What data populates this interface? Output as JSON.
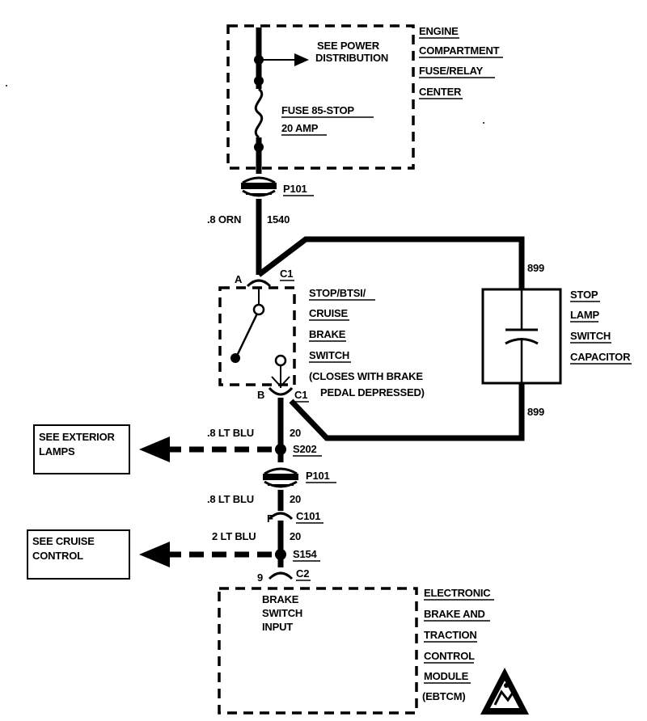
{
  "fuse_center": {
    "see_power": [
      "SEE POWER",
      "DISTRIBUTION"
    ],
    "fuse": [
      "FUSE 85-STOP",
      "20 AMP"
    ],
    "label": [
      "ENGINE",
      "COMPARTMENT",
      "FUSE/RELAY",
      "CENTER"
    ]
  },
  "connectors": {
    "p101_top": "P101",
    "c1_top": "C1",
    "c1_bottom": "C1",
    "p101_bottom": "P101",
    "c101": "C101",
    "c2": "C2",
    "pin_a": "A",
    "pin_b": "B",
    "pin_f": "F",
    "pin_9": "9"
  },
  "wires": {
    "orn_color": ".8 ORN",
    "orn_circuit": "1540",
    "blu1_color": ".8 LT BLU",
    "blu1_circuit": "20",
    "blu2_color": ".8 LT BLU",
    "blu2_circuit": "20",
    "blu3_color": "2 LT BLU",
    "blu3_circuit": "20",
    "cap_top_circuit": "899",
    "cap_bottom_circuit": "899"
  },
  "switch": {
    "label": [
      "STOP/BTSI/",
      "CRUISE",
      "BRAKE",
      "SWITCH"
    ],
    "note": [
      "(CLOSES WITH BRAKE",
      "PEDAL DEPRESSED)"
    ]
  },
  "capacitor": {
    "label": [
      "STOP",
      "LAMP",
      "SWITCH",
      "CAPACITOR"
    ]
  },
  "splices": {
    "s202": "S202",
    "s154": "S154"
  },
  "references": {
    "exterior": [
      "SEE EXTERIOR",
      "LAMPS"
    ],
    "cruise": [
      "SEE CRUISE",
      "CONTROL"
    ]
  },
  "module": {
    "input": [
      "BRAKE",
      "SWITCH",
      "INPUT"
    ],
    "label": [
      "ELECTRONIC",
      "BRAKE AND",
      "TRACTION",
      "CONTROL",
      "MODULE",
      "(EBTCM)"
    ]
  }
}
